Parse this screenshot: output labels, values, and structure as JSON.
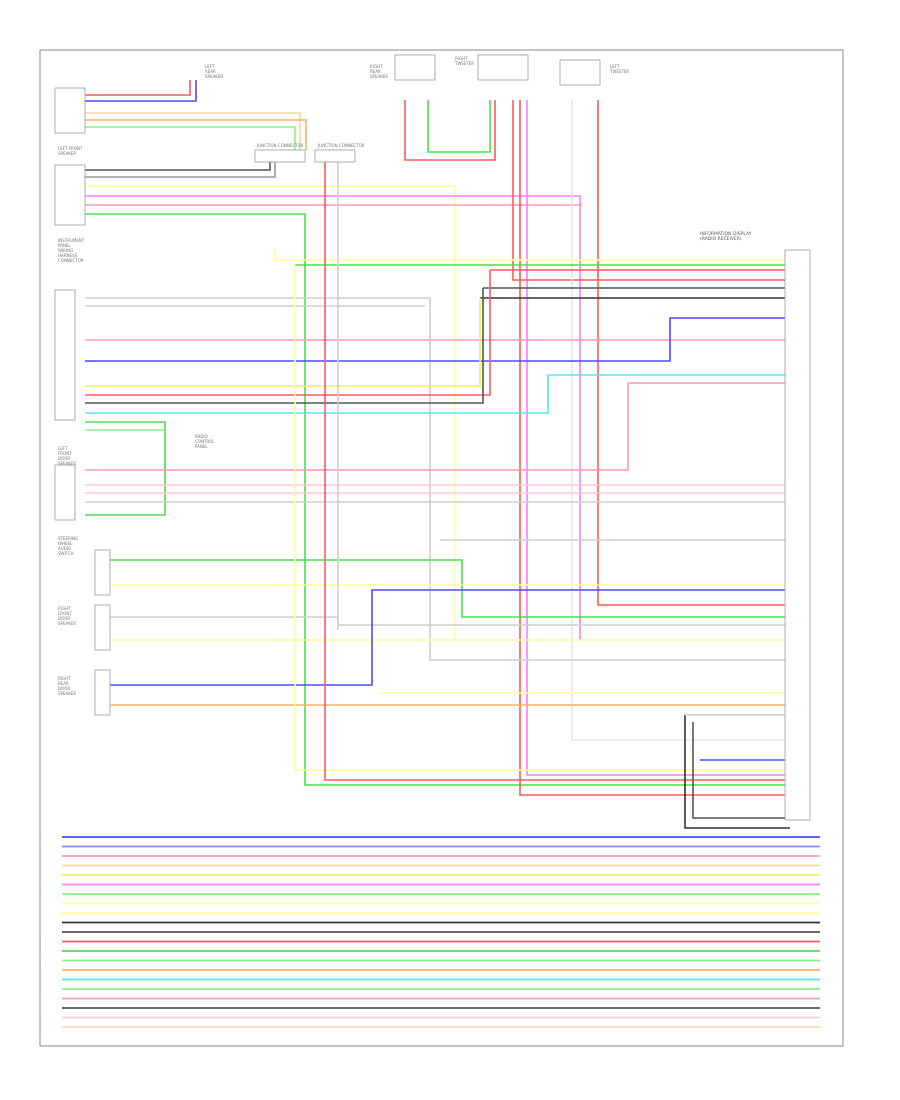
{
  "footer_code": "",
  "components": {
    "left_rear_speaker": [
      "LEFT",
      "REAR",
      "SPEAKER"
    ],
    "right_rear_speaker": [
      "RIGHT",
      "REAR",
      "SPEAKER"
    ],
    "right_tweeter": [
      "RIGHT",
      "TWEETER"
    ],
    "left_front_speaker": [
      "LEFT FRONT",
      "SPEAKER"
    ],
    "left_tweeter": [
      "LEFT",
      "TWEETER"
    ],
    "instrument_panel_left": [
      "INSTRUMENT",
      "PANEL",
      "WIRING",
      "HARNESS",
      "CONNECTOR"
    ],
    "radio_panel": [
      "RADIO",
      "CONTROL",
      "PANEL"
    ],
    "front_panel": [
      "LEFT",
      "FRONT",
      "DOOR",
      "SPEAKER"
    ],
    "steering_switch": [
      "STEERING",
      "WHEEL",
      "AUDIO",
      "SWITCH"
    ],
    "right_door_speaker": [
      "RIGHT",
      "FRONT",
      "DOOR",
      "SPEAKER"
    ],
    "right_rear_door": [
      "RIGHT",
      "REAR",
      "DOOR",
      "SPEAKER"
    ],
    "head_unit": [
      "INFORMATION DISPLAY",
      "(RADIO RECEIVER)"
    ],
    "junction_1": "JUNCTION CONNECTOR",
    "junction_2": "JUNCTION CONNECTOR"
  }
}
